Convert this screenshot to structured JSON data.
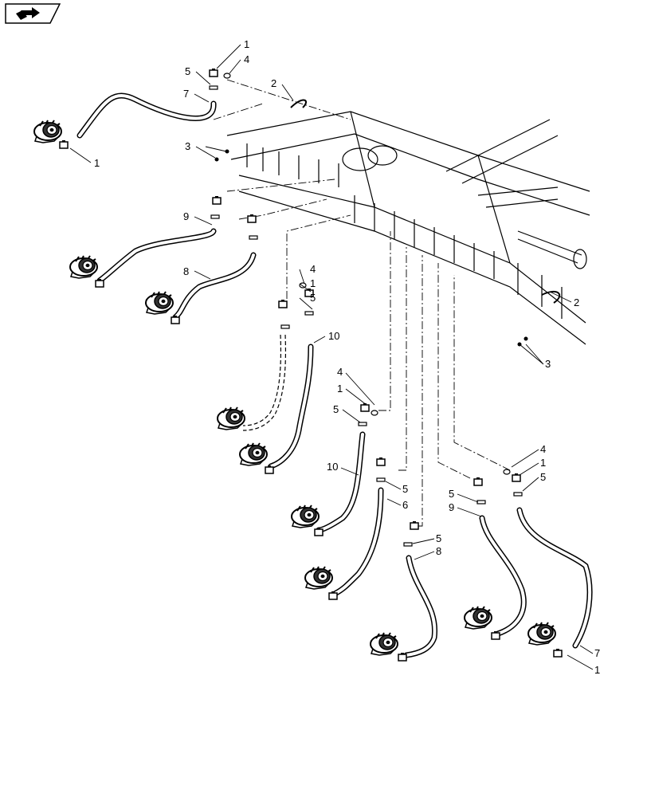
{
  "toolbar": {
    "icon": "back-arrow-icon"
  },
  "callouts": [
    {
      "id": "c1a",
      "text": "1"
    },
    {
      "id": "c4a",
      "text": "4"
    },
    {
      "id": "c5a",
      "text": "5"
    },
    {
      "id": "c7a",
      "text": "7"
    },
    {
      "id": "c2a",
      "text": "2"
    },
    {
      "id": "c3a",
      "text": "3"
    },
    {
      "id": "c1b",
      "text": "1"
    },
    {
      "id": "c9a",
      "text": "9"
    },
    {
      "id": "c8a",
      "text": "8"
    },
    {
      "id": "c4b",
      "text": "4"
    },
    {
      "id": "c1c",
      "text": "1"
    },
    {
      "id": "c5b",
      "text": "5"
    },
    {
      "id": "c10a",
      "text": "10"
    },
    {
      "id": "c2b",
      "text": "2"
    },
    {
      "id": "c3b",
      "text": "3"
    },
    {
      "id": "c4c",
      "text": "4"
    },
    {
      "id": "c1d",
      "text": "1"
    },
    {
      "id": "c5c",
      "text": "5"
    },
    {
      "id": "c10b",
      "text": "10"
    },
    {
      "id": "c5d",
      "text": "5"
    },
    {
      "id": "c6a",
      "text": "6"
    },
    {
      "id": "c5e",
      "text": "5"
    },
    {
      "id": "c8b",
      "text": "8"
    },
    {
      "id": "c4d",
      "text": "4"
    },
    {
      "id": "c1e",
      "text": "1"
    },
    {
      "id": "c5f",
      "text": "5"
    },
    {
      "id": "c5g",
      "text": "5"
    },
    {
      "id": "c9b",
      "text": "9"
    },
    {
      "id": "c7b",
      "text": "7"
    },
    {
      "id": "c1f",
      "text": "1"
    }
  ]
}
